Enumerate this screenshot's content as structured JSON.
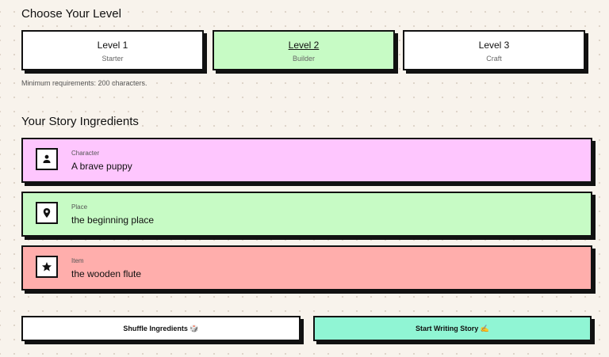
{
  "level_section": {
    "title": "Choose Your Level",
    "levels": [
      {
        "name": "Level 1",
        "subtitle": "Starter"
      },
      {
        "name": "Level 2",
        "subtitle": "Builder"
      },
      {
        "name": "Level 3",
        "subtitle": "Craft"
      }
    ],
    "selected_level": "Level 2",
    "requirement": "Minimum requirements: 200 characters."
  },
  "ingredients_section": {
    "title": "Your Story Ingredients",
    "items": [
      {
        "label": "Character",
        "value": "A brave puppy",
        "icon": "person-icon",
        "color": "#fec6fe"
      },
      {
        "label": "Place",
        "value": "the beginning place",
        "icon": "location-pin-icon",
        "color": "#c7fbc5"
      },
      {
        "label": "Item",
        "value": "the wooden flute",
        "icon": "star-icon",
        "color": "#ffaeac"
      }
    ]
  },
  "actions": {
    "shuffle_label": "Shuffle Ingredients 🎲",
    "start_label": "Start Writing Story ✍️"
  },
  "colors": {
    "background": "#f8f3ec",
    "selected_level": "#c7fbc5",
    "start_button": "#90f5d4",
    "border": "#111111"
  }
}
